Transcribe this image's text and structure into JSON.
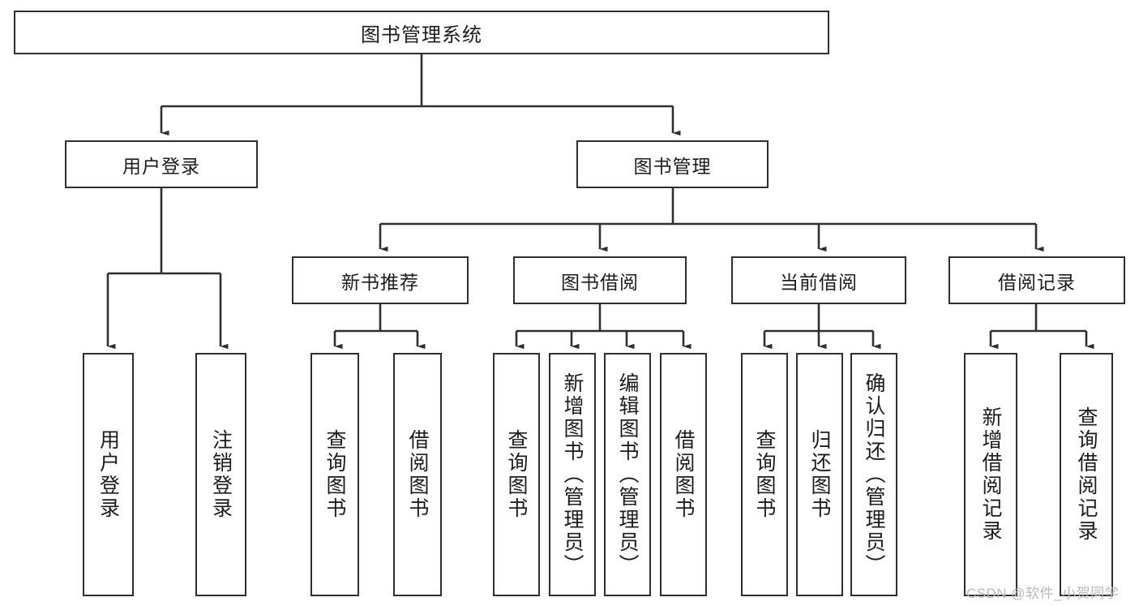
{
  "diagram": {
    "type": "functional-decomposition-tree",
    "title": "图书管理系统",
    "orientation": "top-down",
    "line_color": "#2f2f2f",
    "box_fill": "#ffffff",
    "text_color": "#1c1c1c"
  },
  "root": {
    "label": "图书管理系统"
  },
  "level2": [
    {
      "label": "用户登录"
    },
    {
      "label": "图书管理"
    }
  ],
  "level3": [
    {
      "label": "新书推荐"
    },
    {
      "label": "图书借阅"
    },
    {
      "label": "当前借阅"
    },
    {
      "label": "借阅记录"
    }
  ],
  "leaves": {
    "user_login": [
      {
        "label": "用户登录"
      },
      {
        "label": "注销登录"
      }
    ],
    "new_book": [
      {
        "label": "查询图书"
      },
      {
        "label": "借阅图书"
      }
    ],
    "book_borrow": [
      {
        "label": "查询图书"
      },
      {
        "label": "新增图书（管理员）"
      },
      {
        "label": "编辑图书（管理员）"
      },
      {
        "label": "借阅图书"
      }
    ],
    "current_borrow": [
      {
        "label": "查询图书"
      },
      {
        "label": "归还图书"
      },
      {
        "label": "确认归还（管理员）"
      }
    ],
    "borrow_record": [
      {
        "label": "新增借阅记录"
      },
      {
        "label": "查询借阅记录"
      }
    ]
  },
  "watermark": {
    "text": "CSDN @软件_小贺同学"
  }
}
